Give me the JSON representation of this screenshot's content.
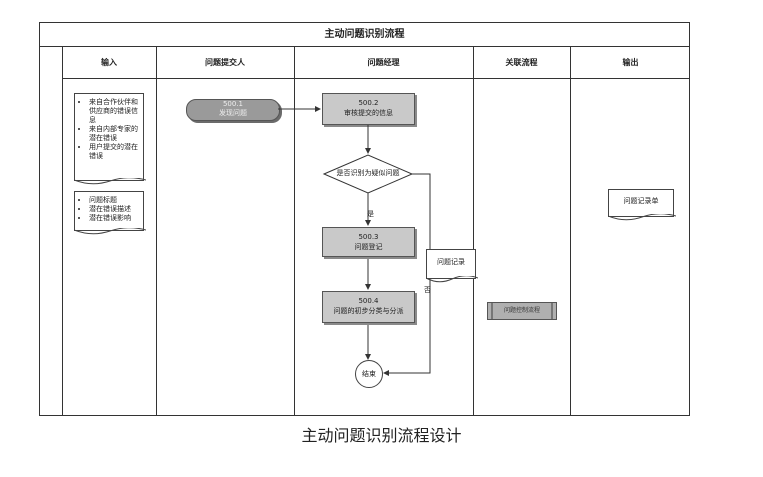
{
  "title": "主动问题识别流程",
  "lanes": [
    "输入",
    "问题提交人",
    "问题经理",
    "关联流程",
    "输出"
  ],
  "input_docs": [
    [
      "来自合作伙伴和供应商的错误信息",
      "来自内部专家的潜在错误",
      "用户提交的潜在错误"
    ],
    [
      "问题标题",
      "潜在错误描述",
      "潜在错误影响"
    ]
  ],
  "start": {
    "id": "500.1",
    "label": "发现问题"
  },
  "steps": {
    "s2": {
      "id": "500.2",
      "label": "审核提交的信息"
    },
    "s3": {
      "id": "500.3",
      "label": "问题登记"
    },
    "s4": {
      "id": "500.4",
      "label": "问题的初步分类与分派"
    }
  },
  "decision": "是否识别为疑似问题",
  "yes_label": "是",
  "no_label": "否",
  "mid_doc": "问题记录",
  "end_label": "结束",
  "related_process": "问题控制流程",
  "output_doc": "问题记录单",
  "caption": "主动问题识别流程设计"
}
